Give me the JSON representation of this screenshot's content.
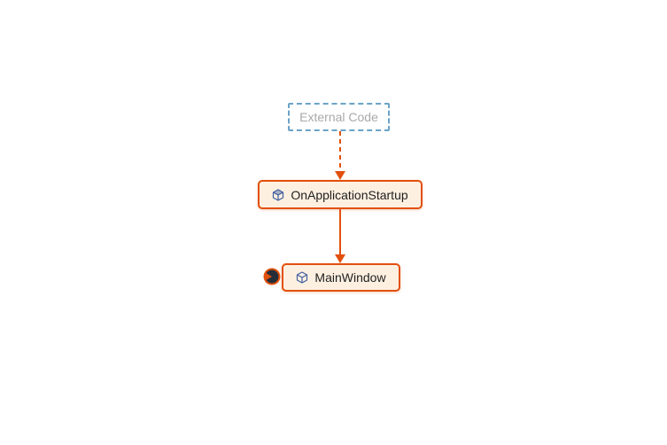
{
  "diagram": {
    "nodes": [
      {
        "id": "external-code",
        "label": "External Code",
        "type": "external"
      },
      {
        "id": "on-application-startup",
        "label": "OnApplicationStartup",
        "type": "method",
        "icon": "cube-icon"
      },
      {
        "id": "main-window",
        "label": "MainWindow",
        "type": "method",
        "icon": "cube-icon",
        "badge": "entry-point-badge"
      }
    ],
    "edges": [
      {
        "from": "external-code",
        "to": "on-application-startup",
        "style": "dashed",
        "color": "#e2500e"
      },
      {
        "from": "on-application-startup",
        "to": "main-window",
        "style": "solid",
        "color": "#e2500e"
      }
    ],
    "colors": {
      "accent_orange": "#e2500e",
      "node_fill": "#fdf0e1",
      "external_border_blue": "#6ba3c7",
      "external_text_gray": "#a9a9a9",
      "node_text": "#1f1f1f",
      "icon_blue": "#3f5fa0",
      "badge_dark": "#252e37",
      "background": "#ffffff"
    }
  }
}
